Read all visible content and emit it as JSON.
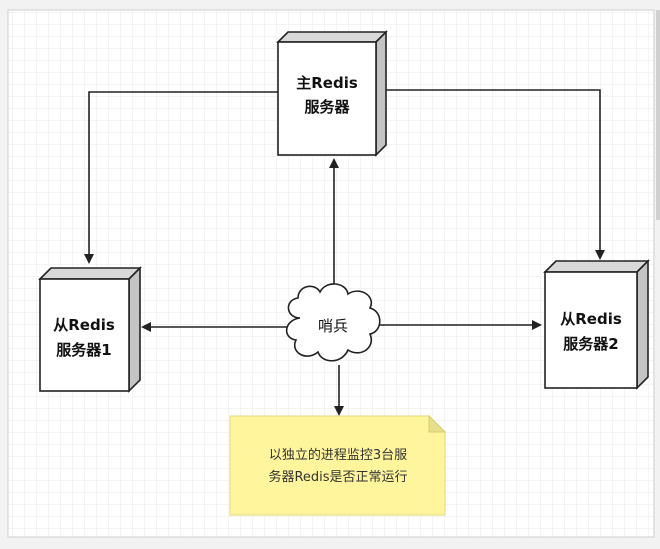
{
  "diagram": {
    "master": {
      "line1": "主Redis",
      "line2": "服务器"
    },
    "slave1": {
      "line1": "从Redis",
      "line2": "服务器1"
    },
    "slave2": {
      "line1": "从Redis",
      "line2": "服务器2"
    },
    "sentinel": {
      "label": "哨兵"
    },
    "note": {
      "line1": "以独立的进程监控3台服",
      "line2": "务器Redis是否正常运行"
    }
  },
  "colors": {
    "canvas_bg": "#ffffff",
    "grid": "#e6e6e6",
    "box_fill": "#ffffff",
    "box_side": "#d9d9d9",
    "stroke": "#222222",
    "note_fill": "#fff59d",
    "note_fold": "#e8df8a",
    "cloud_fill": "#ffffff"
  }
}
